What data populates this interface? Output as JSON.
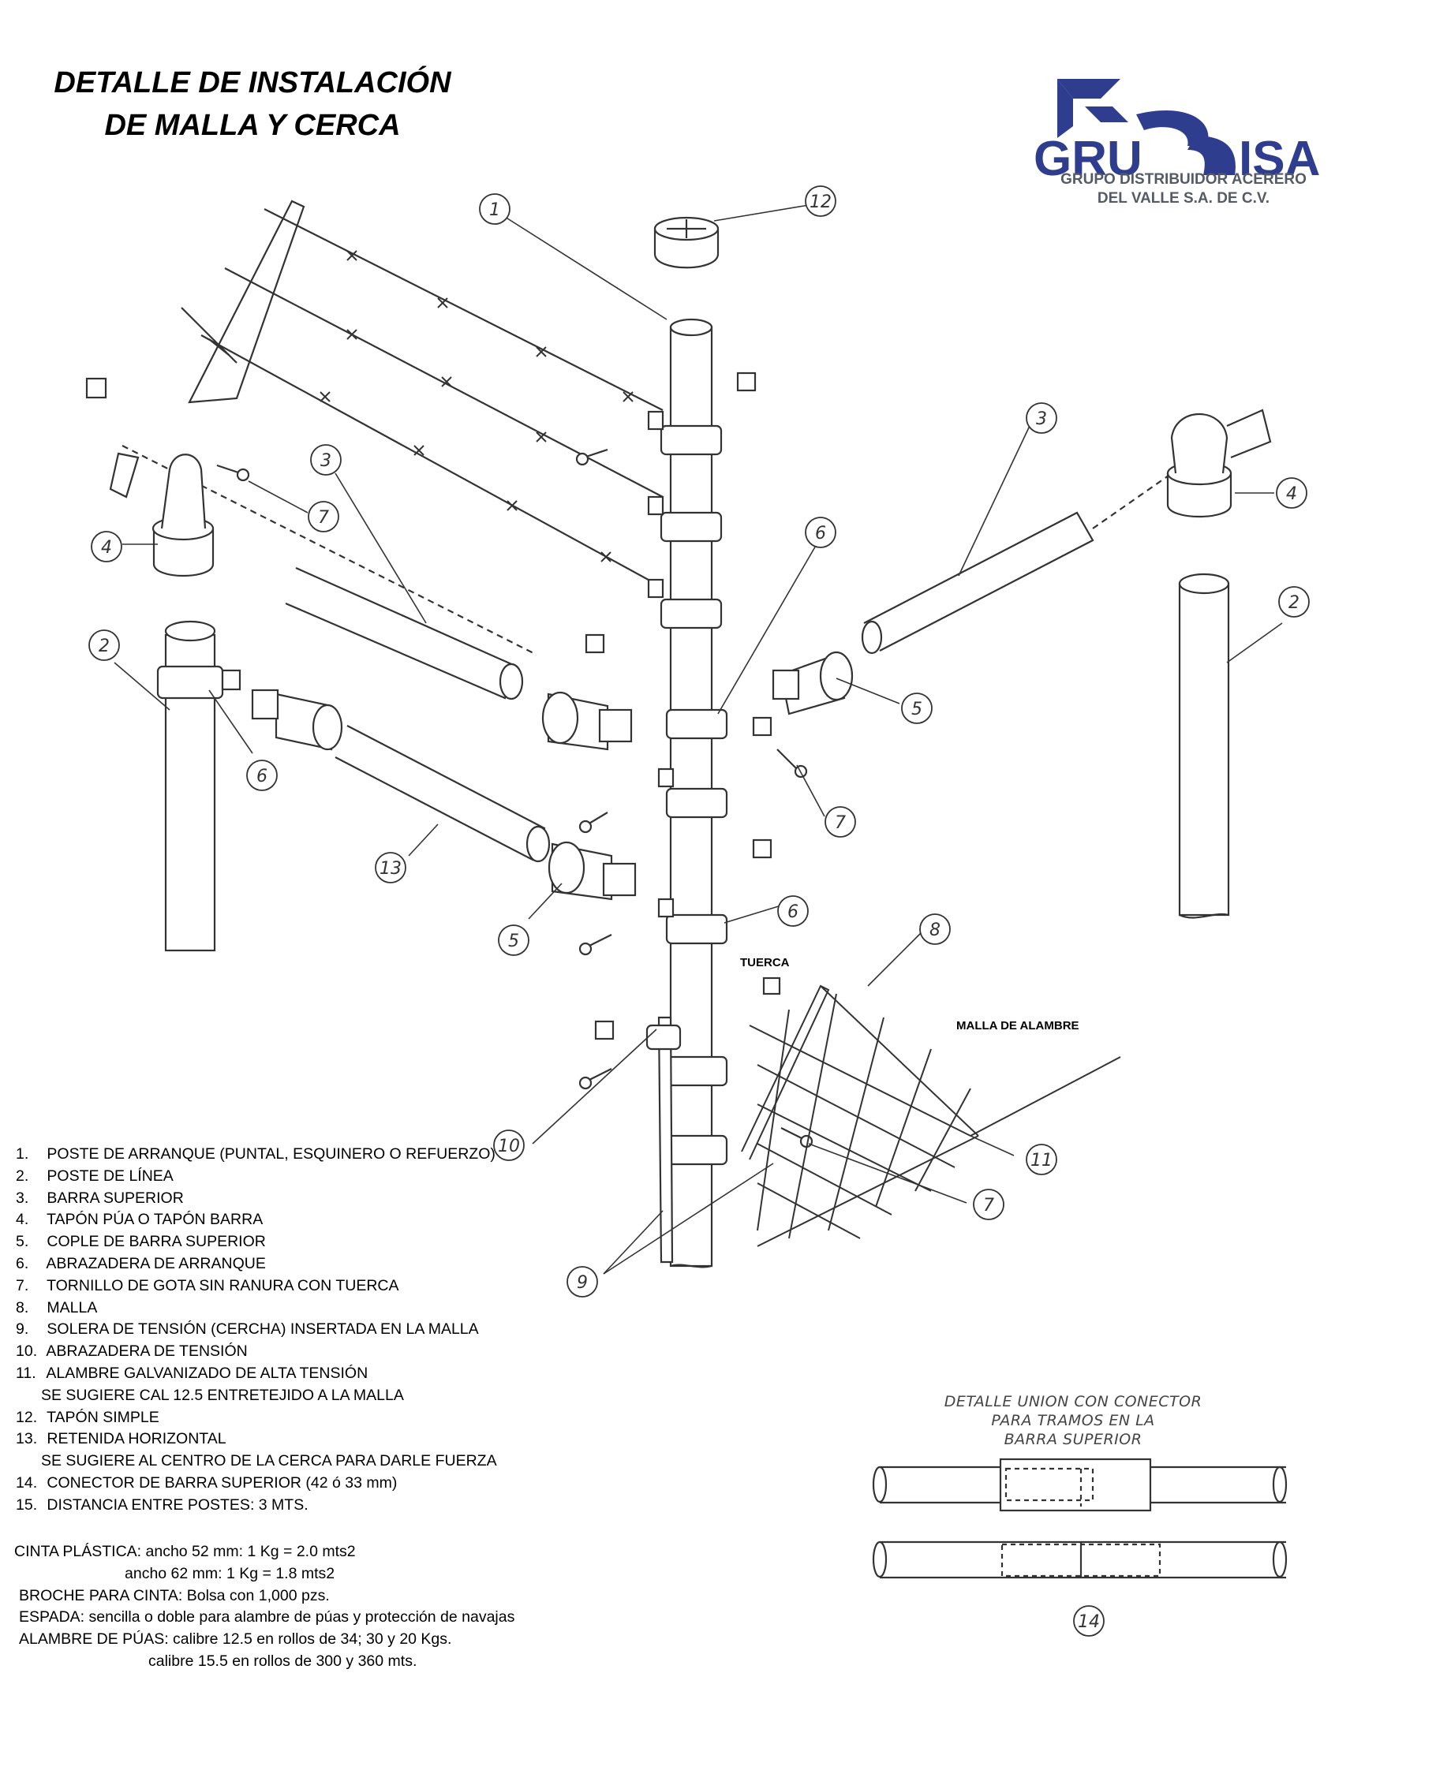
{
  "title": {
    "line1": "DETALLE DE INSTALACIÓN",
    "line2": "DE MALLA Y CERCA"
  },
  "logo": {
    "left_text": "GRU",
    "right_text": "ISA",
    "subtitle_line1": "GRUPO DISTRIBUIDOR ACERERO",
    "subtitle_line2": "DEL VALLE S.A. DE C.V.",
    "color_primary": "#2f3d8f",
    "color_secondary": "#555a66"
  },
  "annotations": {
    "tuerca": "TUERCA",
    "malla_de_alambre": "MALLA DE ALAMBRE"
  },
  "callouts": [
    "1",
    "12",
    "3",
    "3",
    "4",
    "4",
    "7",
    "6",
    "2",
    "2",
    "6",
    "5",
    "5",
    "7",
    "13",
    "6",
    "8",
    "10",
    "11",
    "7",
    "9",
    "14"
  ],
  "legend": [
    {
      "n": "1.",
      "text": "POSTE DE ARRANQUE (PUNTAL, ESQUINERO O REFUERZO)"
    },
    {
      "n": "2.",
      "text": "POSTE DE LÍNEA"
    },
    {
      "n": "3.",
      "text": "BARRA SUPERIOR"
    },
    {
      "n": "4.",
      "text": "TAPÓN PÚA O TAPÓN BARRA"
    },
    {
      "n": "5.",
      "text": "COPLE DE BARRA SUPERIOR"
    },
    {
      "n": "6.",
      "text": "ABRAZADERA DE ARRANQUE"
    },
    {
      "n": "7.",
      "text": "TORNILLO DE GOTA SIN RANURA CON TUERCA"
    },
    {
      "n": "8.",
      "text": "MALLA"
    },
    {
      "n": "9.",
      "text": "SOLERA DE TENSIÓN (CERCHA) INSERTADA EN LA MALLA"
    },
    {
      "n": "10.",
      "text": "ABRAZADERA DE TENSIÓN"
    },
    {
      "n": "11.",
      "text": "ALAMBRE GALVANIZADO DE ALTA TENSIÓN",
      "sub": "SE SUGIERE CAL 12.5 ENTRETEJIDO A LA MALLA"
    },
    {
      "n": "12.",
      "text": "TAPÓN SIMPLE"
    },
    {
      "n": "13.",
      "text": "RETENIDA HORIZONTAL",
      "sub": "SE SUGIERE AL CENTRO DE LA CERCA PARA DARLE FUERZA"
    },
    {
      "n": "14.",
      "text": "CONECTOR DE BARRA SUPERIOR (42 ó 33 mm)"
    },
    {
      "n": "15.",
      "text": "DISTANCIA ENTRE POSTES: 3 MTS."
    }
  ],
  "notes": [
    "CINTA PLÁSTICA: ancho 52 mm: 1 Kg = 2.0 mts2",
    "ancho 62 mm: 1 Kg = 1.8 mts2",
    "BROCHE PARA CINTA: Bolsa con 1,000 pzs.",
    "ESPADA: sencilla o doble para alambre de púas y protección de navajas",
    "ALAMBRE DE PÚAS: calibre 12.5 en rollos de 34; 30 y 20 Kgs.",
    "calibre 15.5 en rollos de 300 y 360 mts."
  ],
  "detail": {
    "caption_line1": "DETALLE UNION CON CONECTOR",
    "caption_line2": "PARA TRAMOS EN LA",
    "caption_line3": "BARRA SUPERIOR"
  }
}
